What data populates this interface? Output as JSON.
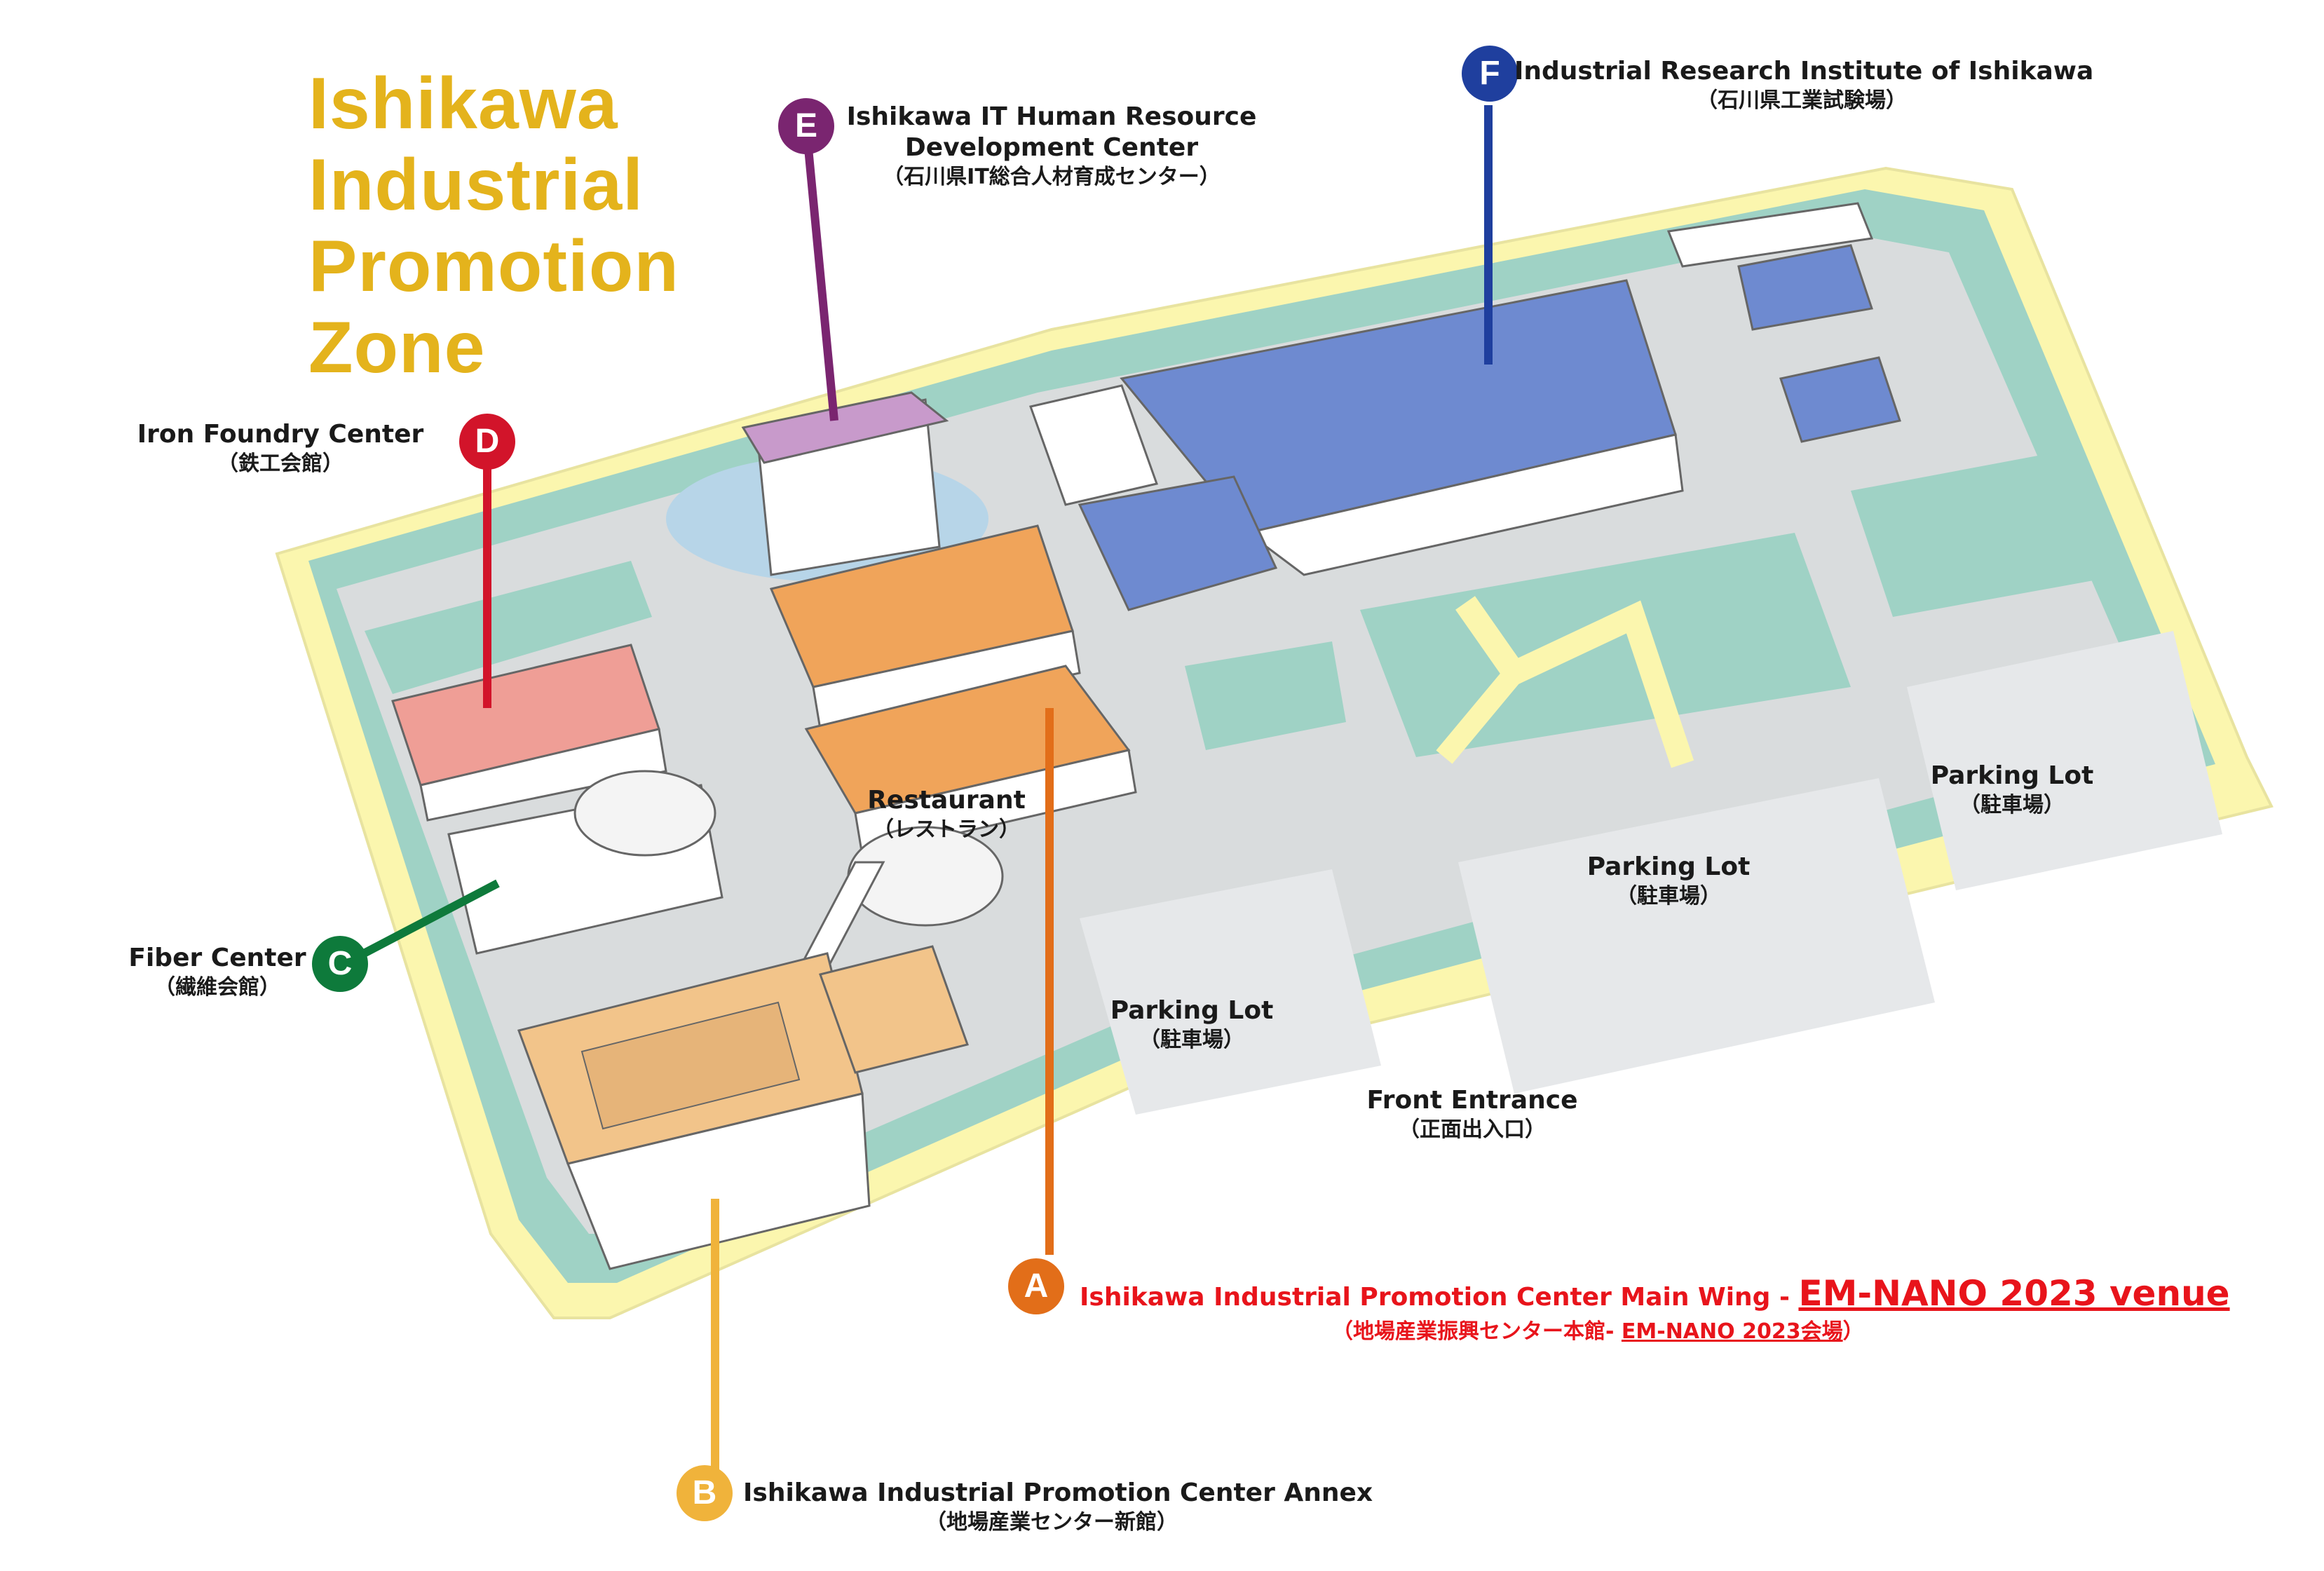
{
  "title": {
    "lines": [
      "Ishikawa",
      "Industrial",
      "Promotion",
      "Zone"
    ]
  },
  "colors": {
    "zone_yellow": "#fbf6ae",
    "lawn": "#9fd2c5",
    "road": "#d9dcdd",
    "marker_A": "#e26e19",
    "marker_B": "#f0b33b",
    "marker_C": "#0e7a3b",
    "marker_D": "#d2142a",
    "marker_E": "#7a2570",
    "marker_F": "#1f3f9e",
    "venue_red": "#e8141b"
  },
  "markers": [
    {
      "letter": "A",
      "en": "Ishikawa Industrial Promotion Center Main Wing - ",
      "venue": "EM-NANO 2023 venue",
      "jp": "（地場産業振興センター本館- ",
      "jp_venue": "EM-NANO 2023会場",
      "jp_end": "）"
    },
    {
      "letter": "B",
      "en": "Ishikawa Industrial Promotion Center Annex",
      "jp": "（地場産業センター新館）"
    },
    {
      "letter": "C",
      "en": "Fiber Center",
      "jp": "（繊維会館）"
    },
    {
      "letter": "D",
      "en": "Iron Foundry Center",
      "jp": "（鉄工会館）"
    },
    {
      "letter": "E",
      "en": "Ishikawa IT Human Resource",
      "en2": "Development Center",
      "jp": "（石川県IT総合人材育成センター）"
    },
    {
      "letter": "F",
      "en": "Industrial Research Institute of Ishikawa",
      "jp": "（石川県工業試験場）"
    }
  ],
  "places": {
    "restaurant": {
      "en": "Restaurant",
      "jp": "（レストラン）"
    },
    "parking_1": {
      "en": "Parking Lot",
      "jp": "（駐車場）"
    },
    "parking_2": {
      "en": "Parking Lot",
      "jp": "（駐車場）"
    },
    "parking_3": {
      "en": "Parking Lot",
      "jp": "（駐車場）"
    },
    "entrance": {
      "en": "Front Entrance",
      "jp": "（正面出入口）"
    }
  }
}
